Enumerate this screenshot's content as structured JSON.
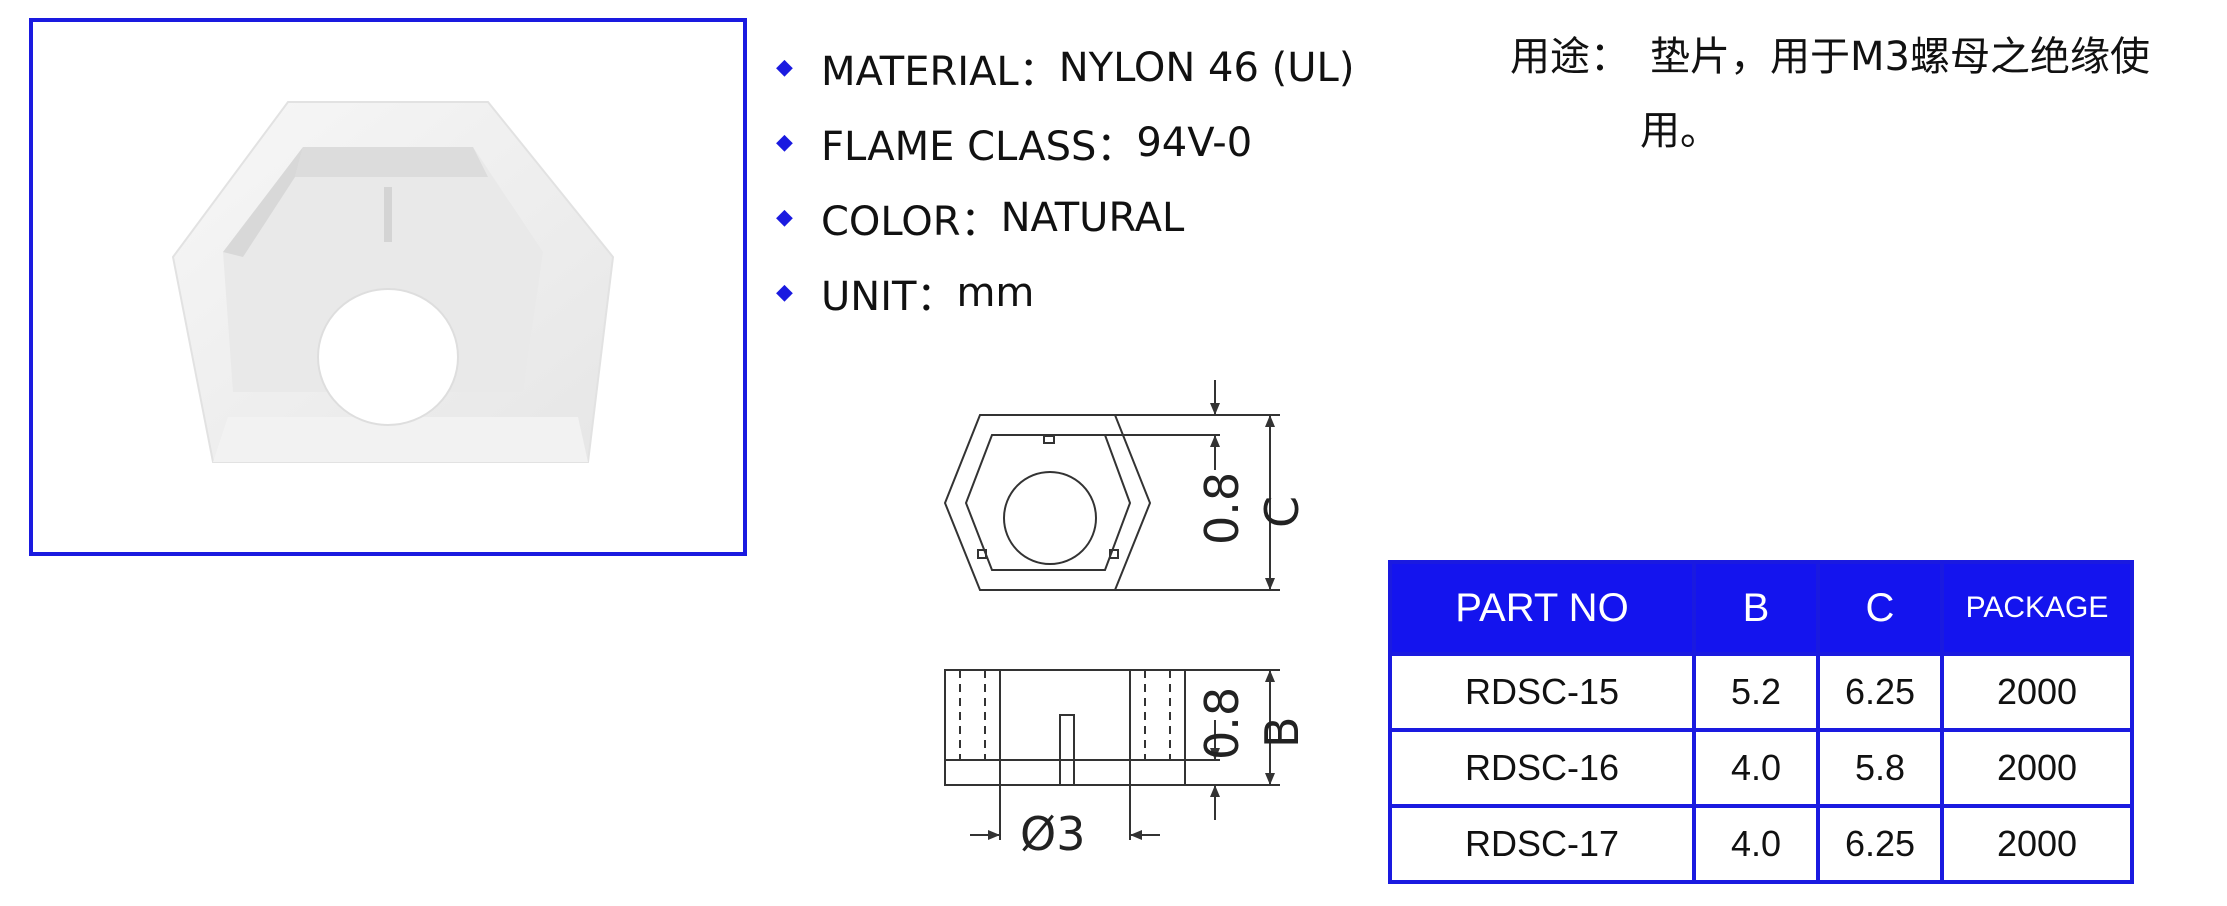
{
  "specs": [
    {
      "label": "MATERIAL：",
      "value": "NYLON 46 (UL)"
    },
    {
      "label": "FLAME CLASS：",
      "value": "94V-0"
    },
    {
      "label": "COLOR：",
      "value": "NATURAL"
    },
    {
      "label": "UNIT：",
      "value": "mm"
    }
  ],
  "usage": {
    "label": "用途：",
    "line1": "垫片，用于M3螺母之绝缘使",
    "line2": "用。"
  },
  "drawing": {
    "top_view": {
      "thickness": "0.8",
      "height_label": "C"
    },
    "side_view": {
      "thickness": "0.8",
      "height_label": "B",
      "hole_label": "Ø3"
    }
  },
  "table": {
    "headers": [
      "PART NO",
      "B",
      "C",
      "PACKAGE"
    ],
    "rows": [
      [
        "RDSC-15",
        "5.2",
        "6.25",
        "2000"
      ],
      [
        "RDSC-16",
        "4.0",
        "5.8",
        "2000"
      ],
      [
        "RDSC-17",
        "4.0",
        "6.25",
        "2000"
      ]
    ]
  },
  "colors": {
    "accent": "#1a1ae0",
    "header_bg": "#1414ee"
  }
}
